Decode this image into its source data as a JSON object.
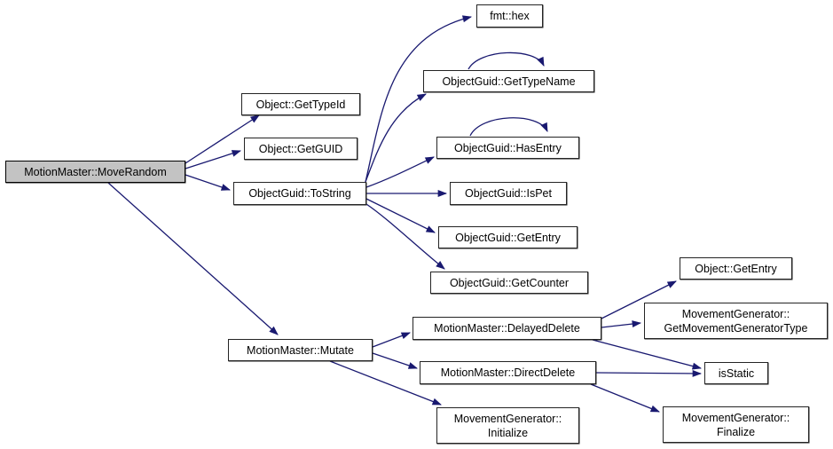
{
  "diagram": {
    "type": "call-graph",
    "colors": {
      "background": "#ffffff",
      "edge": "#191970",
      "node_fill": "#ffffff",
      "node_border": "#242424",
      "current_node_fill": "#c3c3c3"
    },
    "nodes": {
      "move_random": {
        "label": "MotionMaster::MoveRandom"
      },
      "get_type_id": {
        "label": "Object::GetTypeId"
      },
      "get_guid": {
        "label": "Object::GetGUID"
      },
      "to_string": {
        "label": "ObjectGuid::ToString"
      },
      "fmt_hex": {
        "label": "fmt::hex"
      },
      "get_type_name": {
        "label": "ObjectGuid::GetTypeName"
      },
      "has_entry": {
        "label": "ObjectGuid::HasEntry"
      },
      "is_pet": {
        "label": "ObjectGuid::IsPet"
      },
      "guid_get_entry": {
        "label": "ObjectGuid::GetEntry"
      },
      "get_counter": {
        "label": "ObjectGuid::GetCounter"
      },
      "mutate": {
        "label": "MotionMaster::Mutate"
      },
      "delayed_delete": {
        "label": "MotionMaster::DelayedDelete"
      },
      "direct_delete": {
        "label": "MotionMaster::DirectDelete"
      },
      "mg_initialize": {
        "label": "MovementGenerator::\nInitialize"
      },
      "obj_get_entry": {
        "label": "Object::GetEntry"
      },
      "get_mg_type": {
        "label": "MovementGenerator::\nGetMovementGeneratorType"
      },
      "is_static": {
        "label": "isStatic"
      },
      "mg_finalize": {
        "label": "MovementGenerator::\nFinalize"
      }
    },
    "edges": [
      {
        "from": "MotionMaster::MoveRandom",
        "to": "Object::GetTypeId"
      },
      {
        "from": "MotionMaster::MoveRandom",
        "to": "Object::GetGUID"
      },
      {
        "from": "MotionMaster::MoveRandom",
        "to": "ObjectGuid::ToString"
      },
      {
        "from": "MotionMaster::MoveRandom",
        "to": "MotionMaster::Mutate"
      },
      {
        "from": "ObjectGuid::ToString",
        "to": "fmt::hex"
      },
      {
        "from": "ObjectGuid::ToString",
        "to": "ObjectGuid::GetTypeName"
      },
      {
        "from": "ObjectGuid::ToString",
        "to": "ObjectGuid::HasEntry"
      },
      {
        "from": "ObjectGuid::ToString",
        "to": "ObjectGuid::IsPet"
      },
      {
        "from": "ObjectGuid::ToString",
        "to": "ObjectGuid::GetEntry"
      },
      {
        "from": "ObjectGuid::ToString",
        "to": "ObjectGuid::GetCounter"
      },
      {
        "from": "ObjectGuid::GetTypeName",
        "to": "ObjectGuid::GetTypeName"
      },
      {
        "from": "ObjectGuid::HasEntry",
        "to": "ObjectGuid::HasEntry"
      },
      {
        "from": "MotionMaster::Mutate",
        "to": "MotionMaster::DelayedDelete"
      },
      {
        "from": "MotionMaster::Mutate",
        "to": "MotionMaster::DirectDelete"
      },
      {
        "from": "MotionMaster::Mutate",
        "to": "MovementGenerator::Initialize"
      },
      {
        "from": "MotionMaster::DelayedDelete",
        "to": "Object::GetEntry"
      },
      {
        "from": "MotionMaster::DelayedDelete",
        "to": "MovementGenerator::GetMovementGeneratorType"
      },
      {
        "from": "MotionMaster::DelayedDelete",
        "to": "isStatic"
      },
      {
        "from": "MotionMaster::DirectDelete",
        "to": "isStatic"
      },
      {
        "from": "MotionMaster::DirectDelete",
        "to": "MovementGenerator::Finalize"
      }
    ]
  }
}
